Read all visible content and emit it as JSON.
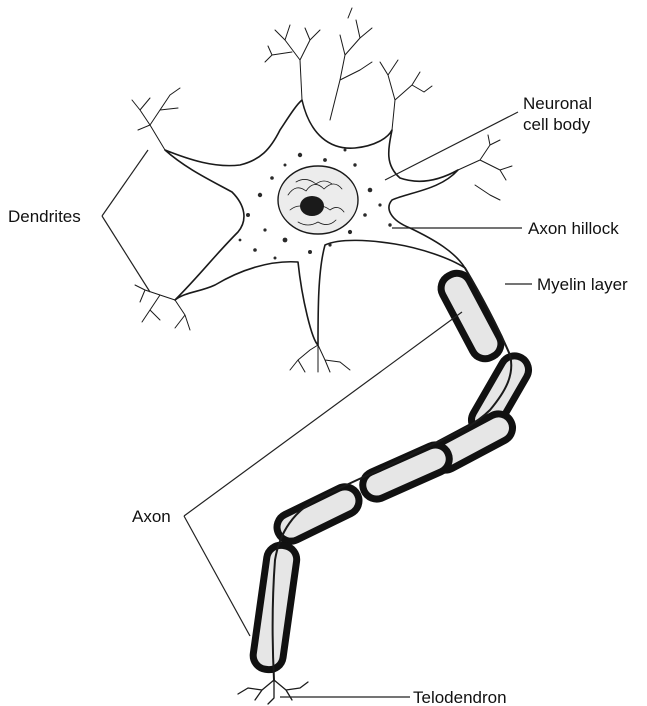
{
  "labels": {
    "neuronal_cell_body_line1": "Neuronal",
    "neuronal_cell_body_line2": "cell body",
    "dendrites": "Dendrites",
    "axon_hillock": "Axon hillock",
    "myelin_layer": "Myelin layer",
    "axon": "Axon",
    "telodendron": "Telodendron"
  },
  "colors": {
    "ink": "#1a1a1a",
    "cell_fill": "#f4f4f4",
    "background": "#ffffff"
  }
}
